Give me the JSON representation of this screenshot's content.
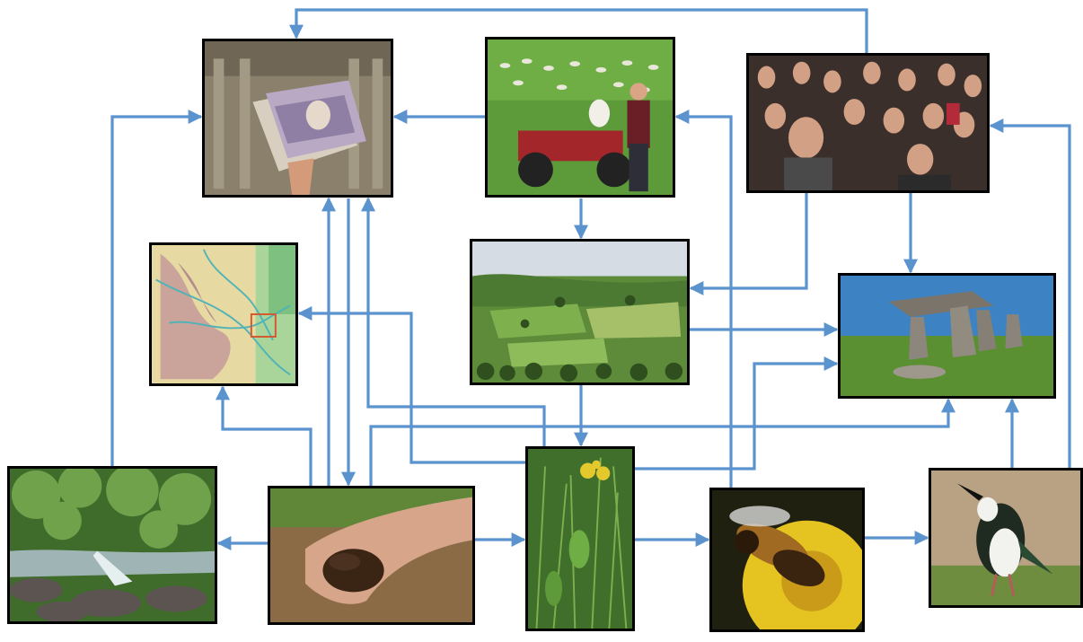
{
  "diagram": {
    "nodes": [
      {
        "id": "bank",
        "label": "bank-banknotes-photo"
      },
      {
        "id": "farmer",
        "label": "farmer-sheep-quadbike-photo"
      },
      {
        "id": "crowd",
        "label": "crowd-of-people-photo"
      },
      {
        "id": "map",
        "label": "relief-map-with-rivers"
      },
      {
        "id": "landscape",
        "label": "patchwork-fields-landscape-photo"
      },
      {
        "id": "dolmen",
        "label": "dolmen-standing-stones-photo"
      },
      {
        "id": "river",
        "label": "woodland-stream-photo"
      },
      {
        "id": "soil",
        "label": "hand-holding-soil-photo"
      },
      {
        "id": "wildflowers",
        "label": "wild-grassland-flowers-photo"
      },
      {
        "id": "bee",
        "label": "bee-on-yellow-flower-photo"
      },
      {
        "id": "lapwing",
        "label": "lapwing-bird-photo"
      }
    ],
    "edges": [
      {
        "from": "crowd",
        "to": "bank"
      },
      {
        "from": "farmer",
        "to": "bank"
      },
      {
        "from": "river",
        "to": "bank"
      },
      {
        "from": "soil",
        "to": "bank"
      },
      {
        "from": "bank",
        "to": "soil"
      },
      {
        "from": "wildflowers",
        "to": "bank"
      },
      {
        "from": "bee",
        "to": "farmer"
      },
      {
        "from": "lapwing",
        "to": "crowd"
      },
      {
        "from": "farmer",
        "to": "landscape"
      },
      {
        "from": "crowd",
        "to": "landscape"
      },
      {
        "from": "crowd",
        "to": "dolmen"
      },
      {
        "from": "landscape",
        "to": "dolmen"
      },
      {
        "from": "wildflowers",
        "to": "map"
      },
      {
        "from": "soil",
        "to": "map"
      },
      {
        "from": "landscape",
        "to": "wildflowers"
      },
      {
        "from": "soil",
        "to": "dolmen"
      },
      {
        "from": "wildflowers",
        "to": "dolmen"
      },
      {
        "from": "lapwing",
        "to": "dolmen"
      },
      {
        "from": "soil",
        "to": "river"
      },
      {
        "from": "soil",
        "to": "wildflowers"
      },
      {
        "from": "wildflowers",
        "to": "bee"
      },
      {
        "from": "bee",
        "to": "lapwing"
      }
    ]
  },
  "colors": {
    "arrow": "#5b93cf",
    "frame": "#000000",
    "background": "#ffffff"
  }
}
